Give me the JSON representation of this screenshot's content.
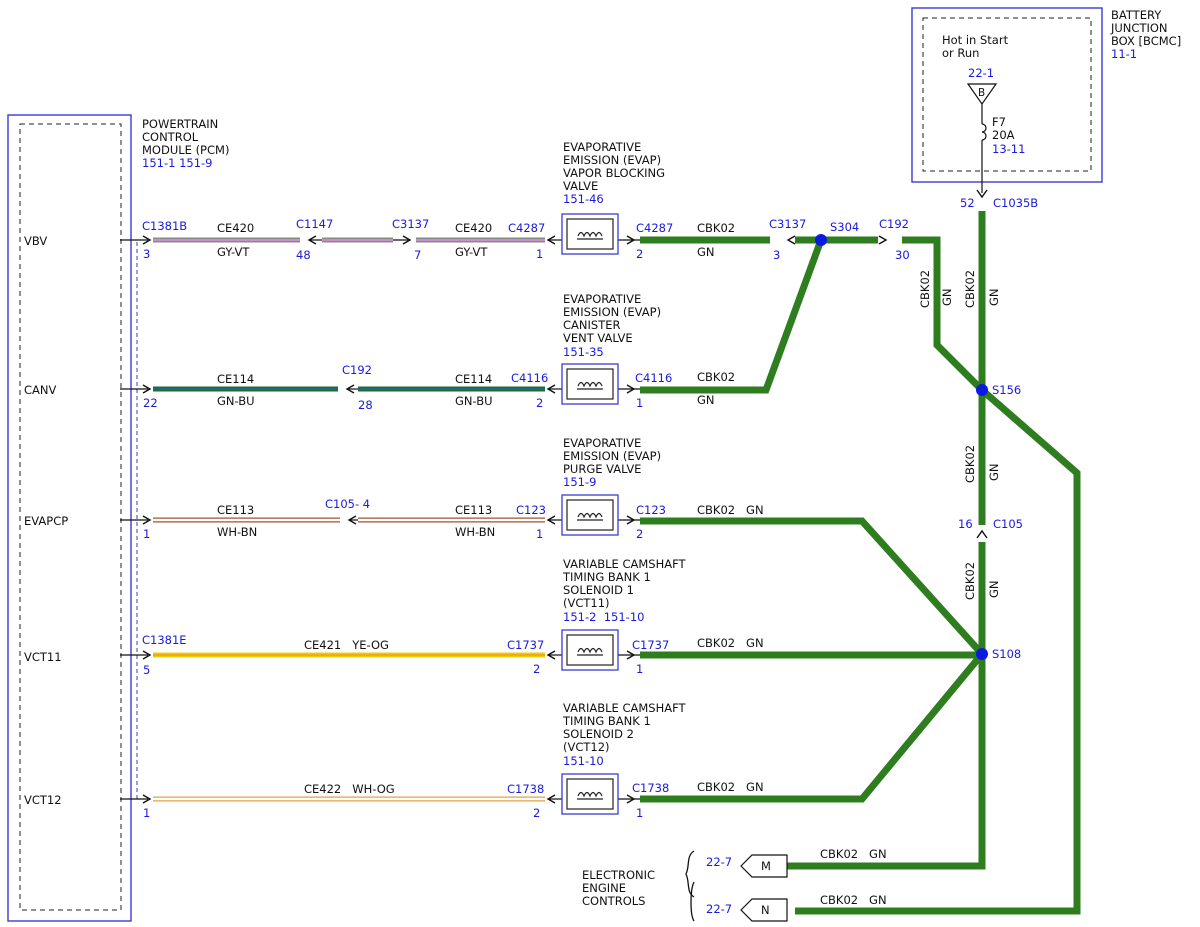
{
  "colors": {
    "gn": "#2e7d1f",
    "gy_vt_outer": "#8a8a8a",
    "gy_vt_inner": "#c890c8",
    "gn_bu_outer": "#1f6e2a",
    "gn_bu_inner": "#2a5fa8",
    "wh_bn_stripe": "#a0522d",
    "ye_og_outer": "#e8d000",
    "ye_og_inner": "#f0a020",
    "wh_og_stripe": "#e3a040",
    "box_blue": "#3b3bd6",
    "splice_blue": "#0a1ae0",
    "ref_text": "#1a1adb"
  },
  "pcm": {
    "title_lines": [
      "POWERTRAIN",
      "CONTROL",
      "MODULE (PCM)"
    ],
    "refs": "151-1 151-9",
    "pins": [
      "VBV",
      "CANV",
      "EVAPCP",
      "VCT11",
      "VCT12"
    ]
  },
  "battery_box": {
    "title_lines": [
      "BATTERY",
      "JUNCTION",
      "BOX [BCMC]"
    ],
    "ref": "11-1",
    "hot_lines": [
      "Hot in Start",
      "or Run"
    ],
    "bus_ref": "22-1",
    "bus_letter": "B",
    "fuse_name": "F7",
    "fuse_rating": "20A",
    "fuse_ref": "13-11",
    "conn_pin": "52",
    "conn_name": "C1035B"
  },
  "components": [
    {
      "title_lines": [
        "EVAPORATIVE",
        "EMISSION (EVAP)",
        "VAPOR BLOCKING",
        "VALVE"
      ],
      "ref": "151-46"
    },
    {
      "title_lines": [
        "EVAPORATIVE",
        "EMISSION (EVAP)",
        "CANISTER",
        "VENT VALVE"
      ],
      "ref": "151-35"
    },
    {
      "title_lines": [
        "EVAPORATIVE",
        "EMISSION (EVAP)",
        "PURGE VALVE"
      ],
      "ref": "151-9"
    },
    {
      "title_lines": [
        "VARIABLE CAMSHAFT",
        "TIMING BANK 1",
        "SOLENOID 1",
        "(VCT11)"
      ],
      "ref": "151-2  151-10"
    },
    {
      "title_lines": [
        "VARIABLE CAMSHAFT",
        "TIMING BANK 1",
        "SOLENOID 2",
        "(VCT12)"
      ],
      "ref": "151-10"
    }
  ],
  "wires": {
    "vbv": {
      "pcm_conn": "C1381B",
      "pcm_pin": "3",
      "circuit": "CE420",
      "color": "GY-VT",
      "inline1_conn": "C1147",
      "inline1_pin": "48",
      "inline2_conn": "C3137",
      "inline2_pin": "7",
      "circuit2": "CE420",
      "color2": "GY-VT",
      "comp_conn": "C4287",
      "comp_pin": "1",
      "out_conn": "C4287",
      "out_pin": "2",
      "out_circuit": "CBK02",
      "out_color": "GN",
      "out_inline_conn": "C3137",
      "out_inline_pin": "3"
    },
    "canv": {
      "pcm_pin": "22",
      "circuit": "CE114",
      "color": "GN-BU",
      "inline_conn": "C192",
      "inline_pin": "28",
      "circuit2": "CE114",
      "color2": "GN-BU",
      "comp_conn": "C4116",
      "comp_pin": "2",
      "out_conn": "C4116",
      "out_pin": "1",
      "out_circuit": "CBK02",
      "out_color": "GN"
    },
    "evapcp": {
      "pcm_pin": "1",
      "circuit": "CE113",
      "color": "WH-BN",
      "inline_conn": "C105- 4",
      "circuit2": "CE113",
      "color2": "WH-BN",
      "comp_conn": "C123",
      "comp_pin": "1",
      "out_conn": "C123",
      "out_pin": "2",
      "out_label": "CBK02   GN"
    },
    "vct11": {
      "pcm_conn": "C1381E",
      "pcm_pin": "5",
      "label": "CE421   YE-OG",
      "comp_conn": "C1737",
      "comp_pin": "2",
      "out_conn": "C1737",
      "out_pin": "1",
      "out_label": "CBK02   GN"
    },
    "vct12": {
      "pcm_pin": "1",
      "label": "CE422   WH-OG",
      "comp_conn": "C1738",
      "comp_pin": "2",
      "out_conn": "C1738",
      "out_pin": "1",
      "out_label": "CBK02   GN"
    }
  },
  "splices": {
    "s304": "S304",
    "s156": "S156",
    "s108": "S108",
    "c192_conn": "C192",
    "c192_pin": "30",
    "c105_pin": "16",
    "c105_conn": "C105"
  },
  "vertical_labels": {
    "left_circuit": "CBK02",
    "left_color": "GN",
    "mid_circuit": "CBK02",
    "mid_color": "GN",
    "low1_circuit": "CBK02",
    "low1_color": "GN",
    "low2_circuit": "CBK02",
    "low2_color": "GN"
  },
  "eec": {
    "title_lines": [
      "ELECTRONIC",
      "ENGINE",
      "CONTROLS"
    ],
    "m_ref": "22-7",
    "m_letter": "M",
    "m_label": "CBK02   GN",
    "n_ref": "22-7",
    "n_letter": "N",
    "n_label": "CBK02   GN"
  }
}
